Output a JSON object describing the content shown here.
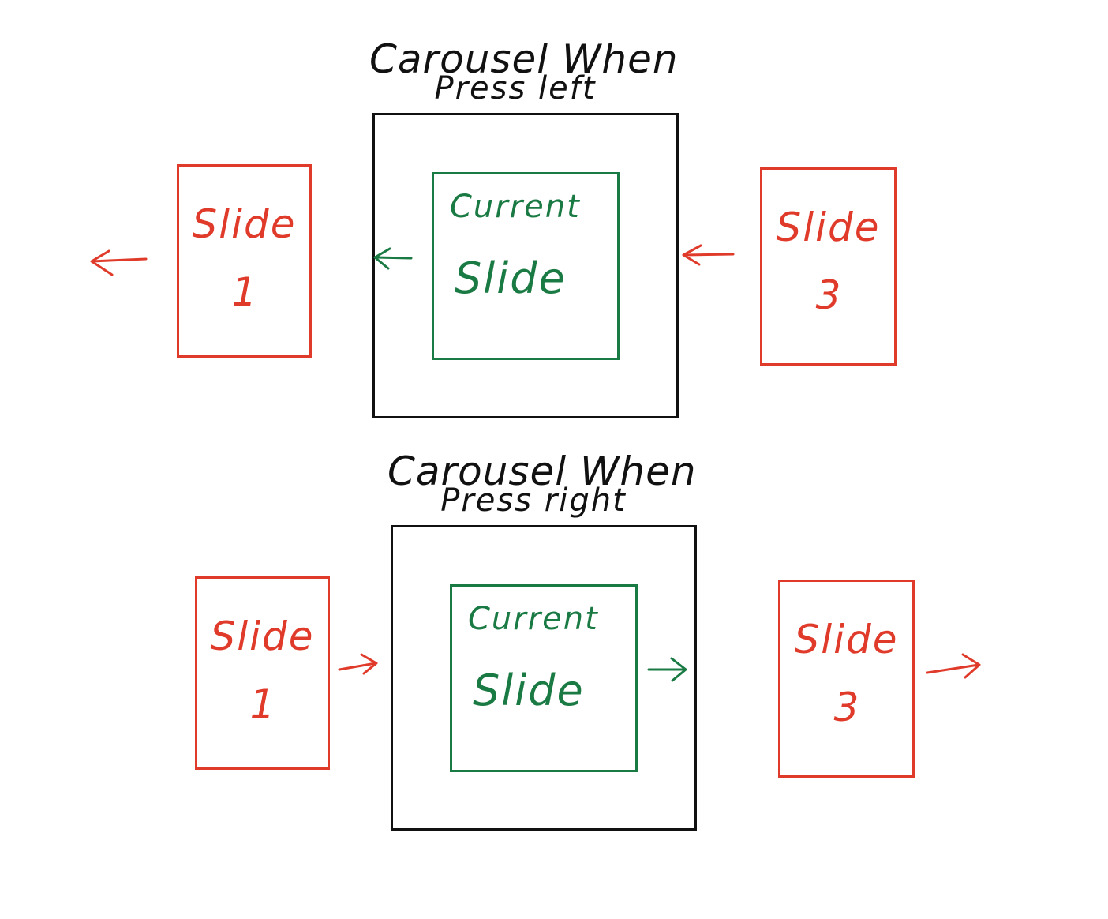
{
  "diagrams": [
    {
      "title_line1": "Carousel When",
      "title_line2": "Press left",
      "current_slide": {
        "line1": "Current",
        "line2": "Slide"
      },
      "left_slide": {
        "word": "Slide",
        "number": "1"
      },
      "right_slide": {
        "word": "Slide",
        "number": "3"
      },
      "direction": "left"
    },
    {
      "title_line1": "Carousel When",
      "title_line2": "Press right",
      "current_slide": {
        "line1": "Current",
        "line2": "Slide"
      },
      "left_slide": {
        "word": "Slide",
        "number": "1"
      },
      "right_slide": {
        "word": "Slide",
        "number": "3"
      },
      "direction": "right"
    }
  ],
  "colors": {
    "frame": "#111111",
    "current_slide": "#1a7a43",
    "side_slides": "#e03b2a"
  }
}
